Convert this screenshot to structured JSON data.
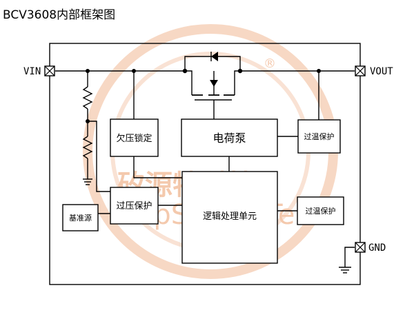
{
  "title": "BCV3608内部框架图",
  "pins": {
    "vin": "VIN",
    "vout": "VOUT",
    "gnd": "GND"
  },
  "blocks": {
    "uvlo": "欠压锁定",
    "charge_pump": "电荷泵",
    "otp_top": "过温保护",
    "ovp": "过压保护",
    "vref": "基准源",
    "logic": "逻辑处理单元",
    "otp_mid": "过温保护"
  },
  "watermark": {
    "chinese": "矽源特科技",
    "english": "ChipSourceTek",
    "registered": "®"
  },
  "colors": {
    "line": "#000000",
    "watermark": "#f4c9ad"
  }
}
